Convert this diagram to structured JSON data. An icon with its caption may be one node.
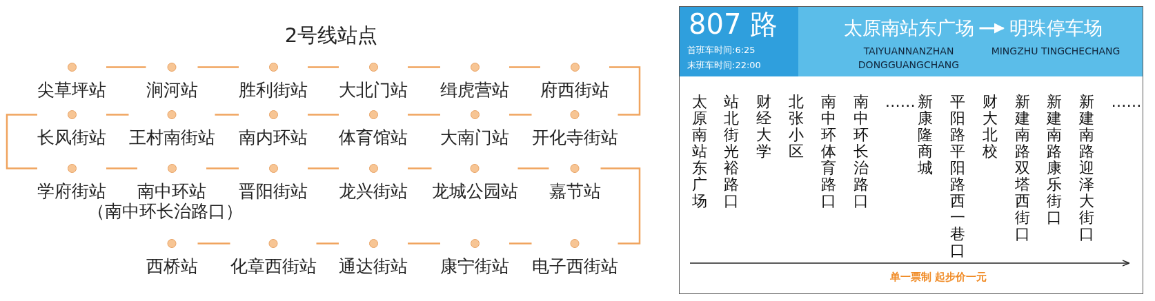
{
  "diagram": {
    "title": "2号线站点",
    "nodes": [
      {
        "text": [
          "尖草坪站"
        ]
      },
      {
        "text": [
          "涧河站"
        ]
      },
      {
        "text": [
          "胜利街站"
        ]
      },
      {
        "text": [
          "大北门站"
        ]
      },
      {
        "text": [
          "缉虎营站"
        ]
      },
      {
        "text": [
          "府西街站"
        ]
      },
      {
        "text": [
          "长风街站"
        ]
      },
      {
        "text": [
          "王村南街站"
        ]
      },
      {
        "text": [
          "南内环站"
        ]
      },
      {
        "text": [
          "体育馆站"
        ]
      },
      {
        "text": [
          "大南门站"
        ]
      },
      {
        "text": [
          "开化寺街站"
        ]
      },
      {
        "text": [
          "学府街站"
        ]
      },
      {
        "text": [
          "南中环站"
        ]
      },
      {
        "text": [
          "晋阳街站"
        ]
      },
      {
        "text": [
          "龙兴街站"
        ]
      },
      {
        "text": [
          "龙城公园站"
        ]
      },
      {
        "text": [
          "嘉节站"
        ]
      },
      {
        "text": [
          "西桥站"
        ]
      },
      {
        "text": [
          "化章西街站"
        ]
      },
      {
        "text": [
          "通达街站"
        ]
      },
      {
        "text": [
          "康宁街站"
        ]
      },
      {
        "text": [
          "电子西街站"
        ]
      },
      {
        "text": [
          "太原南站东广场"
        ],
        "beside": [
          "TAIYUANNANZHAN DONGGUANGCHANG"
        ]
      },
      {
        "text": [
          "明珠停车场"
        ],
        "beside": [
          "MINGZHU TINGCHECHANG"
        ]
      }
    ],
    "edges": [
      {
        "from": 0,
        "to": 1,
        "arrow": "none"
      },
      {
        "from": 1,
        "to": 2,
        "arrow": "none"
      },
      {
        "from": 2,
        "to": 3,
        "arrow": "none"
      },
      {
        "from": 3,
        "to": 4,
        "arrow": "none"
      },
      {
        "from": 4,
        "to": 5,
        "arrow": "none"
      },
      {
        "from": 5,
        "to": 11,
        "arrow": "none"
      },
      {
        "from": 11,
        "to": 10,
        "arrow": "none"
      },
      {
        "from": 10,
        "to": 9,
        "arrow": "none"
      },
      {
        "from": 9,
        "to": 8,
        "arrow": "none"
      },
      {
        "from": 8,
        "to": 7,
        "arrow": "none"
      },
      {
        "from": 7,
        "to": 6,
        "arrow": "none"
      },
      {
        "from": 6,
        "to": 12,
        "arrow": "none"
      },
      {
        "from": 12,
        "to": 13,
        "arrow": "none"
      },
      {
        "from": 13,
        "to": 14,
        "arrow": "none"
      },
      {
        "from": 14,
        "to": 15,
        "arrow": "none"
      },
      {
        "from": 15,
        "to": 16,
        "arrow": "none"
      },
      {
        "from": 16,
        "to": 17,
        "arrow": "none"
      },
      {
        "from": 17,
        "to": 22,
        "arrow": "none"
      },
      {
        "from": 22,
        "to": 21,
        "arrow": "none"
      },
      {
        "from": 21,
        "to": 20,
        "arrow": "none"
      },
      {
        "from": 20,
        "to": 19,
        "arrow": "none"
      },
      {
        "from": 19,
        "to": 18,
        "arrow": "none"
      },
      {
        "from": 23,
        "to": 24,
        "arrow": "to",
        "color": "#ffffff"
      }
    ],
    "labels": [
      "（南中环长治路口）",
      "807 路",
      "首班车时间:6:25",
      "末班车时间:22:00",
      "太原南站东广场",
      "站北街光裕路口",
      "财经大学",
      "北张小区",
      "南中环体育路口",
      "南中环长治路口",
      "……",
      "新康隆商城",
      "平阳路平阳路西一巷口",
      "财大北校",
      "新建南路双塔西街口",
      "新建南路康乐街口",
      "新建南路迎泽大街口",
      "……",
      "单一票制 起步价一元"
    ]
  }
}
